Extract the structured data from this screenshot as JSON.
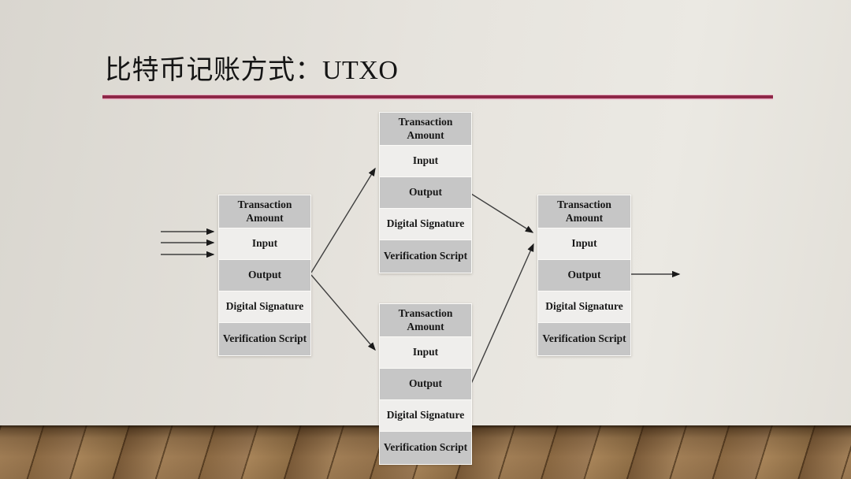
{
  "slide": {
    "title": "比特币记账方式：UTXO",
    "accent_color": "#8e2747",
    "wall_color": "#e3e0da",
    "floor_wood_color": "#9a7850"
  },
  "diagram": {
    "row_labels": [
      "Transaction Amount",
      "Input",
      "Output",
      "Digital Signature",
      "Verification Script"
    ],
    "row_dark_color": "#c6c6c6",
    "row_light_color": "#efeeec",
    "arrow_color": "#3f3f3f",
    "blocks": [
      {
        "id": "transaction-left"
      },
      {
        "id": "transaction-top-middle"
      },
      {
        "id": "transaction-bottom-middle"
      },
      {
        "id": "transaction-right"
      }
    ],
    "connections": [
      {
        "from": "external-inputs",
        "to": "transaction-left.input",
        "arrow_count": 3
      },
      {
        "from": "transaction-left.output",
        "to": "transaction-top-middle.input"
      },
      {
        "from": "transaction-left.output",
        "to": "transaction-bottom-middle.input"
      },
      {
        "from": "transaction-top-middle.output",
        "to": "transaction-right.input"
      },
      {
        "from": "transaction-bottom-middle.output",
        "to": "transaction-right.input"
      },
      {
        "from": "transaction-right.output",
        "to": "external-output"
      }
    ]
  }
}
